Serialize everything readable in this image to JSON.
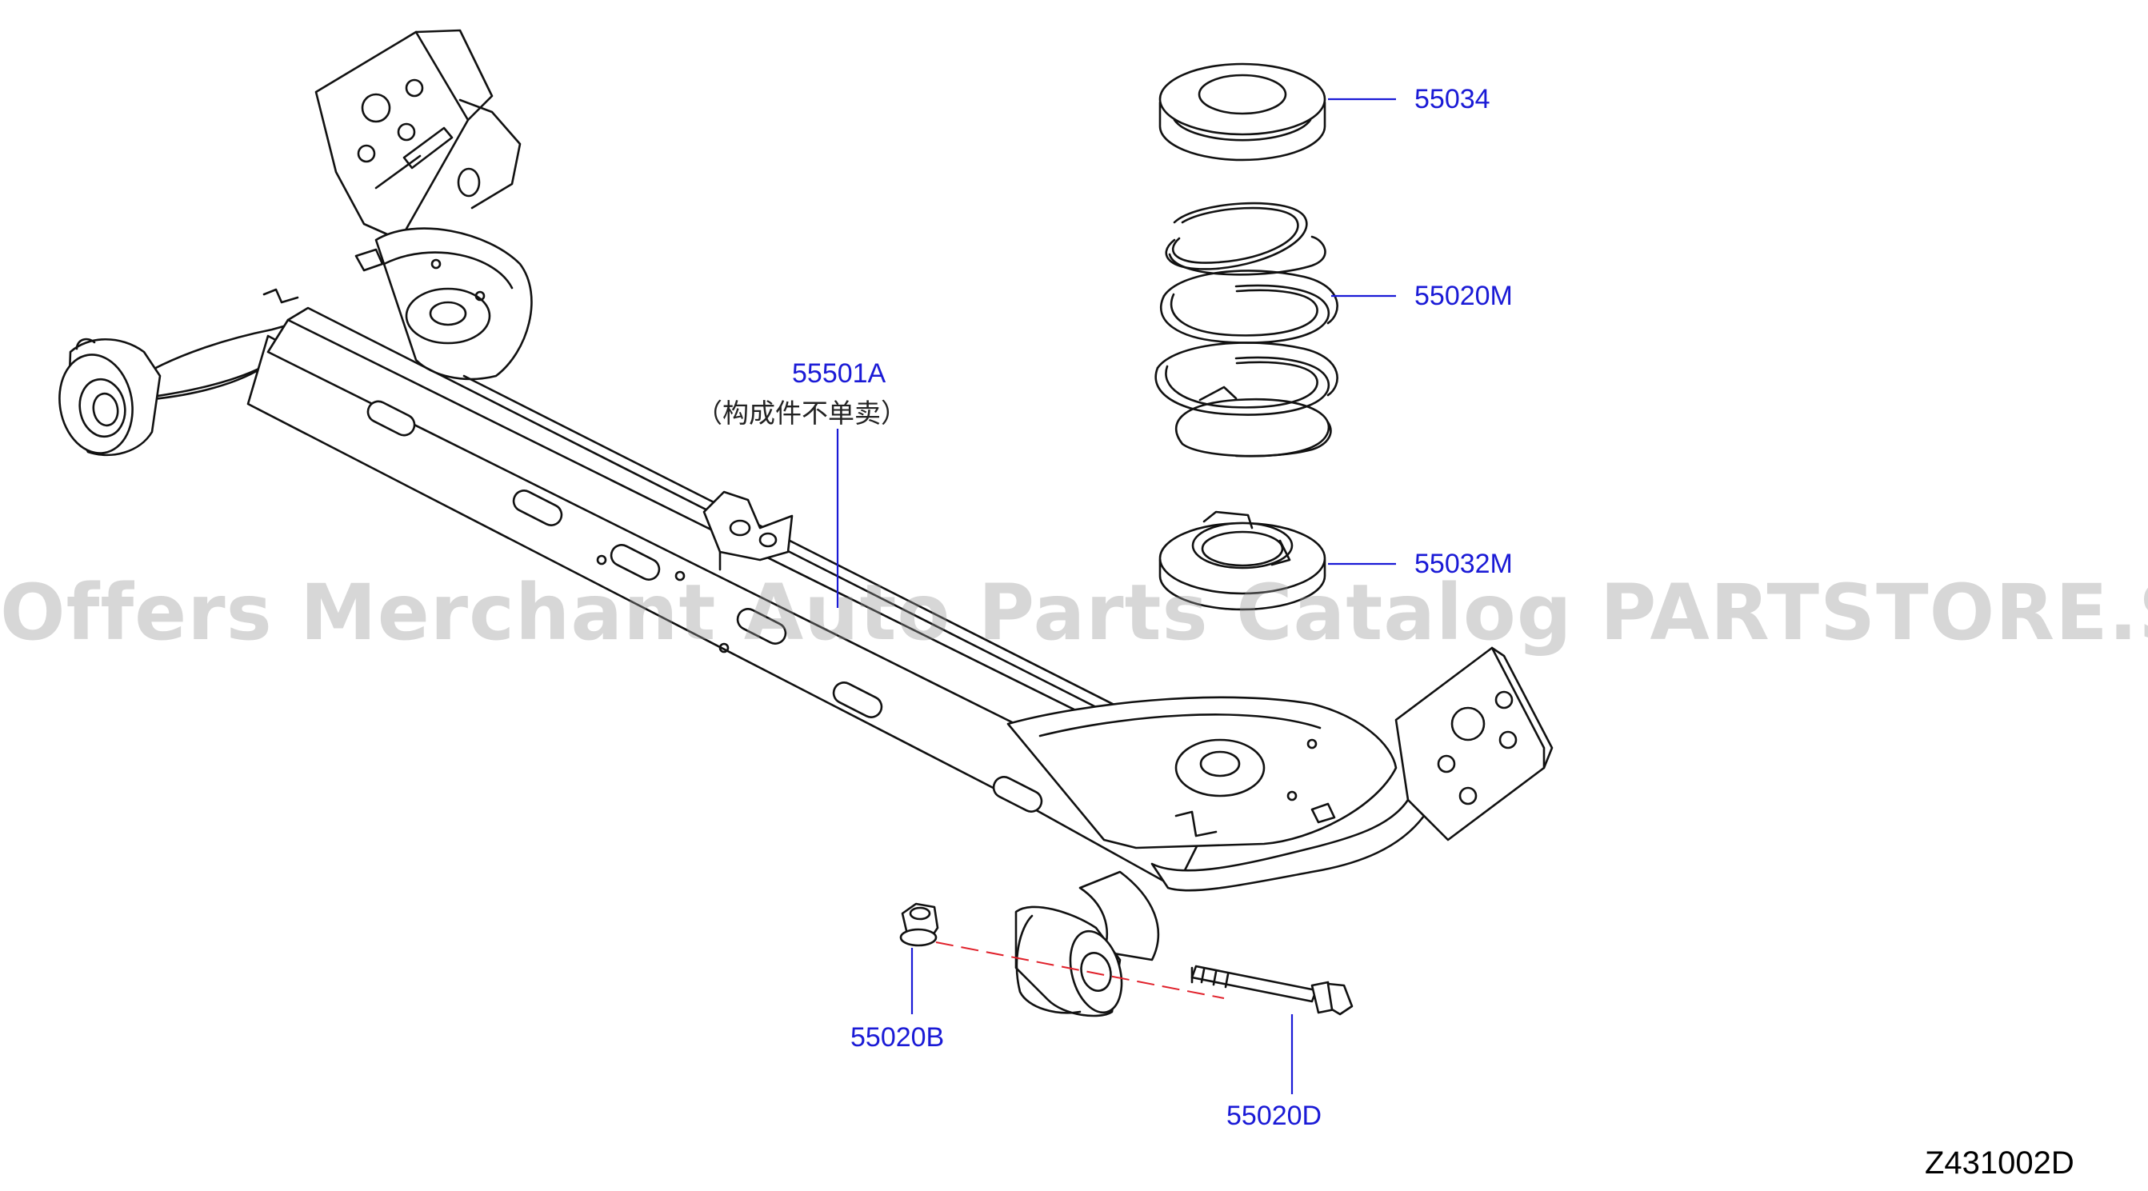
{
  "parts": [
    {
      "number": "55034",
      "component": "spring-seat-upper"
    },
    {
      "number": "55020M",
      "component": "coil-spring"
    },
    {
      "number": "55032M",
      "component": "spring-seat-lower"
    },
    {
      "number": "55501A",
      "component": "rear-axle-beam"
    },
    {
      "number": "55020B",
      "component": "flange-nut"
    },
    {
      "number": "55020D",
      "component": "mounting-bolt"
    }
  ],
  "beam_note": "（构成件不单卖）",
  "diagram_id": "Z431002D",
  "watermark": "Offers Merchant Auto Parts Catalog PARTSTORE.SA",
  "colors": {
    "callout": "#1a1ad6",
    "axis_line": "#e0202a",
    "line_art": "#111111",
    "watermark": "#b4b4b4"
  }
}
